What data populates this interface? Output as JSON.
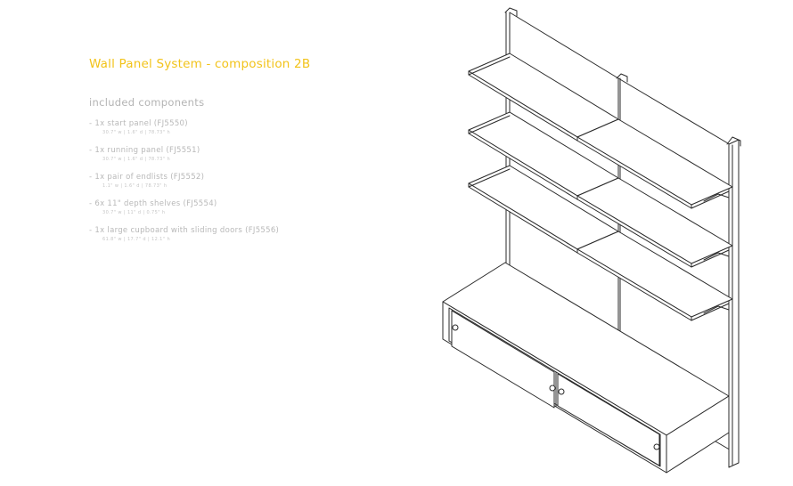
{
  "title": "Wall Panel System - composition 2B",
  "subtitle": "included components",
  "components": [
    {
      "name": "- 1x start panel (FJ5550)",
      "dims": "30.7\" w | 1.6\" d | 78.73\" h"
    },
    {
      "name": "- 1x running panel (FJ5551)",
      "dims": "30.7\" w | 1.6\" d | 78.73\" h"
    },
    {
      "name": "- 1x pair of endlists (FJ5552)",
      "dims": "1.1\" w | 1.6\" d | 78.73\" h"
    },
    {
      "name": "- 6x 11\" depth shelves (FJ5554)",
      "dims": "30.7\" w | 11\" d | 0.75\" h"
    },
    {
      "name": "- 1x large cupboard with sliding doors (FJ5556)",
      "dims": "61.8\" w | 17.7\" d | 12.1\" h"
    }
  ],
  "colors": {
    "title": "#f2c31a",
    "text": "#b8b8b8",
    "line": "#2a2a2a"
  }
}
